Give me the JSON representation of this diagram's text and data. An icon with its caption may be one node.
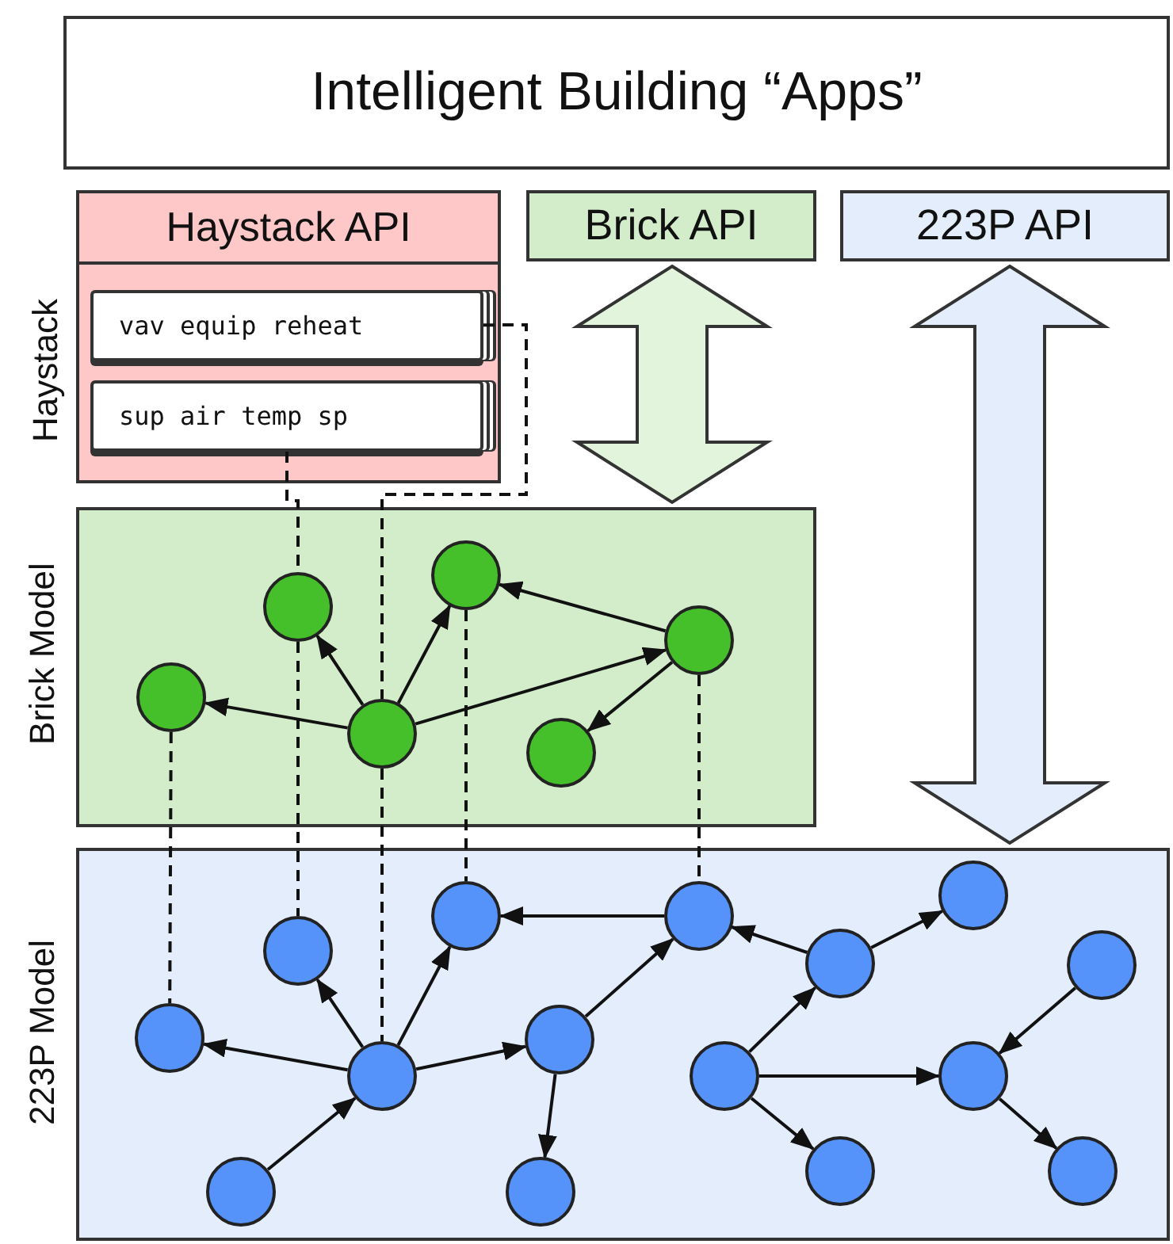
{
  "diagram": {
    "nodes": [
      {
        "text": [
          "Intelligent Building “Apps”"
        ]
      },
      {
        "text": [
          "Haystack API",
          "Haystack"
        ]
      },
      {
        "text": [
          "vav equip reheat"
        ],
        "in": 1
      },
      {
        "text": [
          "sup air temp sp"
        ],
        "in": 1
      },
      {
        "text": [
          "Brick API"
        ]
      },
      {
        "text": [
          "223P API"
        ]
      },
      {
        "text": [
          "Brick Model"
        ]
      },
      {
        "text": [
          "223P Model"
        ]
      },
      {
        "text": [],
        "shape": "circle",
        "in": 6
      },
      {
        "text": [],
        "shape": "circle",
        "in": 6
      },
      {
        "text": [],
        "shape": "circle",
        "in": 6
      },
      {
        "text": [],
        "shape": "circle",
        "in": 6
      },
      {
        "text": [],
        "shape": "circle",
        "in": 6
      },
      {
        "text": [],
        "shape": "circle",
        "in": 6
      },
      {
        "text": [],
        "shape": "circle",
        "in": 7
      },
      {
        "text": [],
        "shape": "circle",
        "in": 7
      },
      {
        "text": [],
        "shape": "circle",
        "in": 7
      },
      {
        "text": [],
        "shape": "circle",
        "in": 7
      },
      {
        "text": [],
        "shape": "circle",
        "in": 7
      },
      {
        "text": [],
        "shape": "circle",
        "in": 7
      },
      {
        "text": [],
        "shape": "circle",
        "in": 7
      },
      {
        "text": [],
        "shape": "circle",
        "in": 7
      },
      {
        "text": [],
        "shape": "circle",
        "in": 7
      },
      {
        "text": [],
        "shape": "circle",
        "in": 7
      },
      {
        "text": [],
        "shape": "circle",
        "in": 7
      },
      {
        "text": [],
        "shape": "circle",
        "in": 7
      },
      {
        "text": [],
        "shape": "circle",
        "in": 7
      },
      {
        "text": [],
        "shape": "circle",
        "in": 7
      },
      {
        "text": [],
        "shape": "circle",
        "in": 7
      }
    ],
    "edges": [
      {
        "from": 10,
        "to": 8,
        "arrow": "to"
      },
      {
        "from": 10,
        "to": 9,
        "arrow": "to"
      },
      {
        "from": 10,
        "to": 11,
        "arrow": "to"
      },
      {
        "from": 10,
        "to": 13,
        "arrow": "to"
      },
      {
        "from": 13,
        "to": 11,
        "arrow": "to"
      },
      {
        "from": 13,
        "to": 12,
        "arrow": "to"
      },
      {
        "from": 17,
        "to": 14,
        "arrow": "to"
      },
      {
        "from": 17,
        "to": 16,
        "arrow": "to"
      },
      {
        "from": 17,
        "to": 18,
        "arrow": "to"
      },
      {
        "from": 15,
        "to": 17,
        "arrow": "to"
      },
      {
        "from": 17,
        "to": 20,
        "arrow": "to"
      },
      {
        "from": 20,
        "to": 19,
        "arrow": "to"
      },
      {
        "from": 20,
        "to": 21,
        "arrow": "to"
      },
      {
        "from": 21,
        "to": 18,
        "arrow": "to"
      },
      {
        "from": 23,
        "to": 21,
        "arrow": "to"
      },
      {
        "from": 23,
        "to": 25,
        "arrow": "to"
      },
      {
        "from": 22,
        "to": 23,
        "arrow": "to"
      },
      {
        "from": 22,
        "to": 26,
        "arrow": "to"
      },
      {
        "from": 22,
        "to": 24,
        "arrow": "to"
      },
      {
        "from": 28,
        "to": 26,
        "arrow": "to"
      },
      {
        "from": 26,
        "to": 27,
        "arrow": "to"
      },
      {
        "from": 2,
        "to": 10,
        "arrow": "none",
        "style": "dashed"
      },
      {
        "from": 3,
        "to": 9,
        "arrow": "none",
        "style": "dashed"
      },
      {
        "from": 9,
        "to": 16,
        "arrow": "none",
        "style": "dashed"
      },
      {
        "from": 10,
        "to": 17,
        "arrow": "none",
        "style": "dashed"
      },
      {
        "from": 8,
        "to": 14,
        "arrow": "none",
        "style": "dashed"
      },
      {
        "from": 11,
        "to": 18,
        "arrow": "none",
        "style": "dashed"
      },
      {
        "from": 13,
        "to": 21,
        "arrow": "none",
        "style": "dashed"
      },
      {
        "from": 4,
        "to": 6,
        "arrow": "both",
        "style": "thick",
        "color": "#e2f4dc"
      },
      {
        "from": 5,
        "to": 7,
        "arrow": "both",
        "style": "thick",
        "color": "#e3edfc"
      }
    ]
  }
}
